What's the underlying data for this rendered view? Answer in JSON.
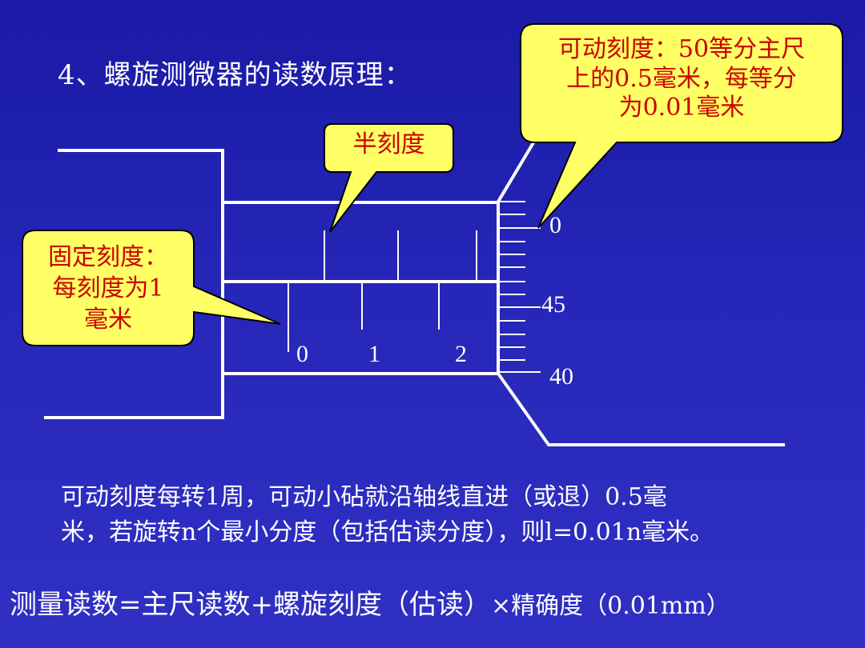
{
  "title": "4、螺旋测微器的读数原理：",
  "callouts": {
    "half_scale": "半刻度",
    "movable_scale": [
      "可动刻度：50等分主尺",
      "上的0.5毫米，每等分",
      "为0.01毫米"
    ],
    "fixed_scale": [
      "固定刻度：",
      "每刻度为1",
      "毫米"
    ]
  },
  "main_scale_numbers": [
    "0",
    "1",
    "2"
  ],
  "thimble_numbers": [
    "0",
    "45",
    "40"
  ],
  "paragraph": [
    "可动刻度每转1周，可动小砧就沿轴线直进（或退）0.5毫",
    "米，若旋转n个最小分度（包括估读分度），则l=0.01n毫米。"
  ],
  "formula": {
    "main": "测量读数=主尺读数+螺旋刻度（估读）",
    "tail": "×精确度（0.01mm）"
  },
  "colors": {
    "background": "#2222b0",
    "callout_fill": "#ffff66",
    "callout_text": "#cc0000",
    "lines": "#ffffff"
  }
}
